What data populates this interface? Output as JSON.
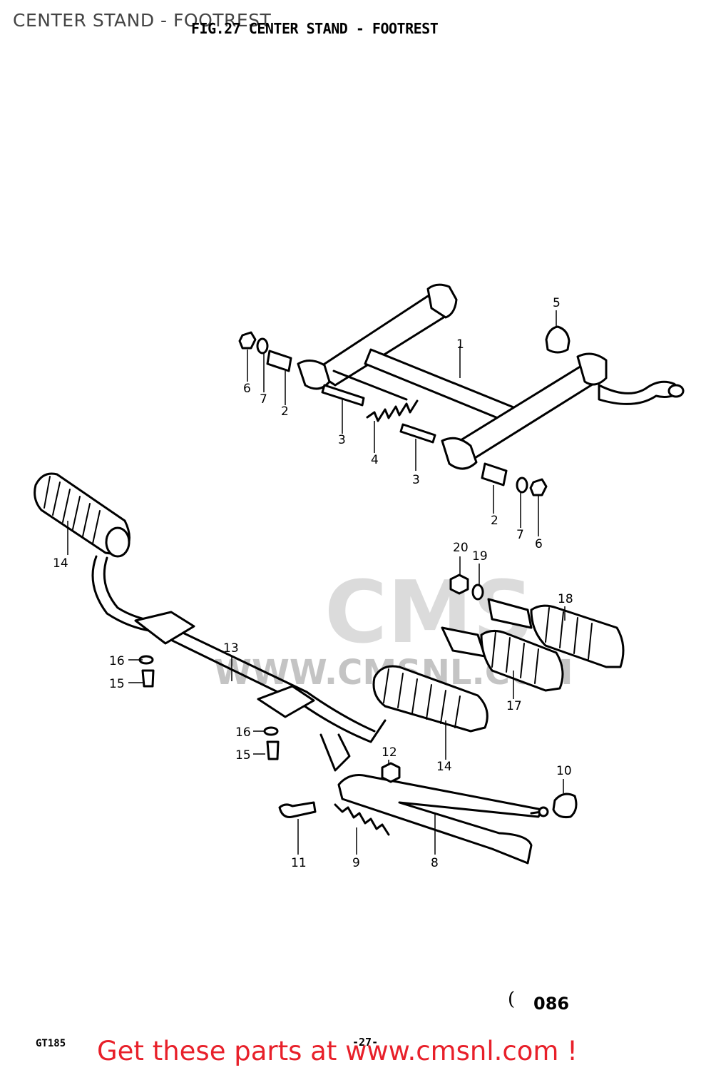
{
  "page_title": "CENTER STAND - FOOTREST",
  "figure_title": "FIG.27  CENTER STAND - FOOTREST",
  "watermark": {
    "logo": "CMS",
    "url": "WWW.CMSNL.COM"
  },
  "callouts": [
    "1",
    "2",
    "2",
    "3",
    "3",
    "4",
    "5",
    "6",
    "6",
    "7",
    "7",
    "8",
    "9",
    "10",
    "11",
    "12",
    "13",
    "14",
    "14",
    "15",
    "15",
    "16",
    "16",
    "17",
    "18",
    "19",
    "20"
  ],
  "bracket": "(",
  "page_code": "086",
  "model_code": "GT185",
  "page_number": "-27-",
  "promo_link": "Get these parts at www.cmsnl.com !",
  "colors": {
    "promo": "#e8202a",
    "lineart": "#000000",
    "title": "#444444"
  }
}
